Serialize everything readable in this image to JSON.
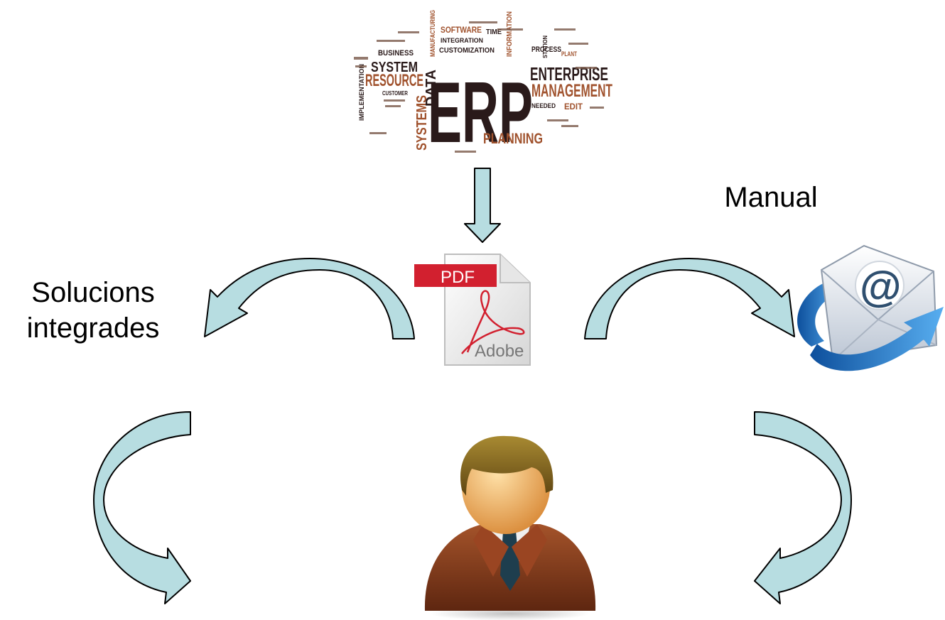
{
  "labels": {
    "solucions_line1": "Solucions",
    "solucions_line2": "integrades",
    "manual": "Manual"
  },
  "erp_cloud": {
    "main": "ERP",
    "words": [
      "ENTERPRISE",
      "MANAGEMENT",
      "RESOURCE",
      "SYSTEM",
      "PLANNING",
      "SYSTEMS",
      "DATA",
      "SOFTWARE",
      "INTEGRATION",
      "CUSTOMIZATION",
      "BUSINESS",
      "PROCESS",
      "EDIT",
      "NEEDED",
      "IMPLEMENTATION",
      "TIME",
      "INFORMATION",
      "MANUFACTURING",
      "CUSTOMER",
      "STATION",
      "PLANT"
    ]
  },
  "pdf_icon": {
    "tag": "PDF",
    "brand": "Adobe"
  },
  "colors": {
    "arrow_fill": "#b7dde1",
    "arrow_stroke": "#000000",
    "erp_dark": "#2a1a1a",
    "erp_brown": "#a0522d",
    "pdf_red": "#d2202f",
    "email_blue": "#1e73c8",
    "person_suit": "#8b3a1a",
    "person_hair": "#7a5a1a"
  },
  "icons": [
    "erp-word-cloud",
    "down-arrow",
    "pdf-document-icon",
    "email-envelope-icon",
    "person-avatar-icon",
    "curved-arrow"
  ]
}
